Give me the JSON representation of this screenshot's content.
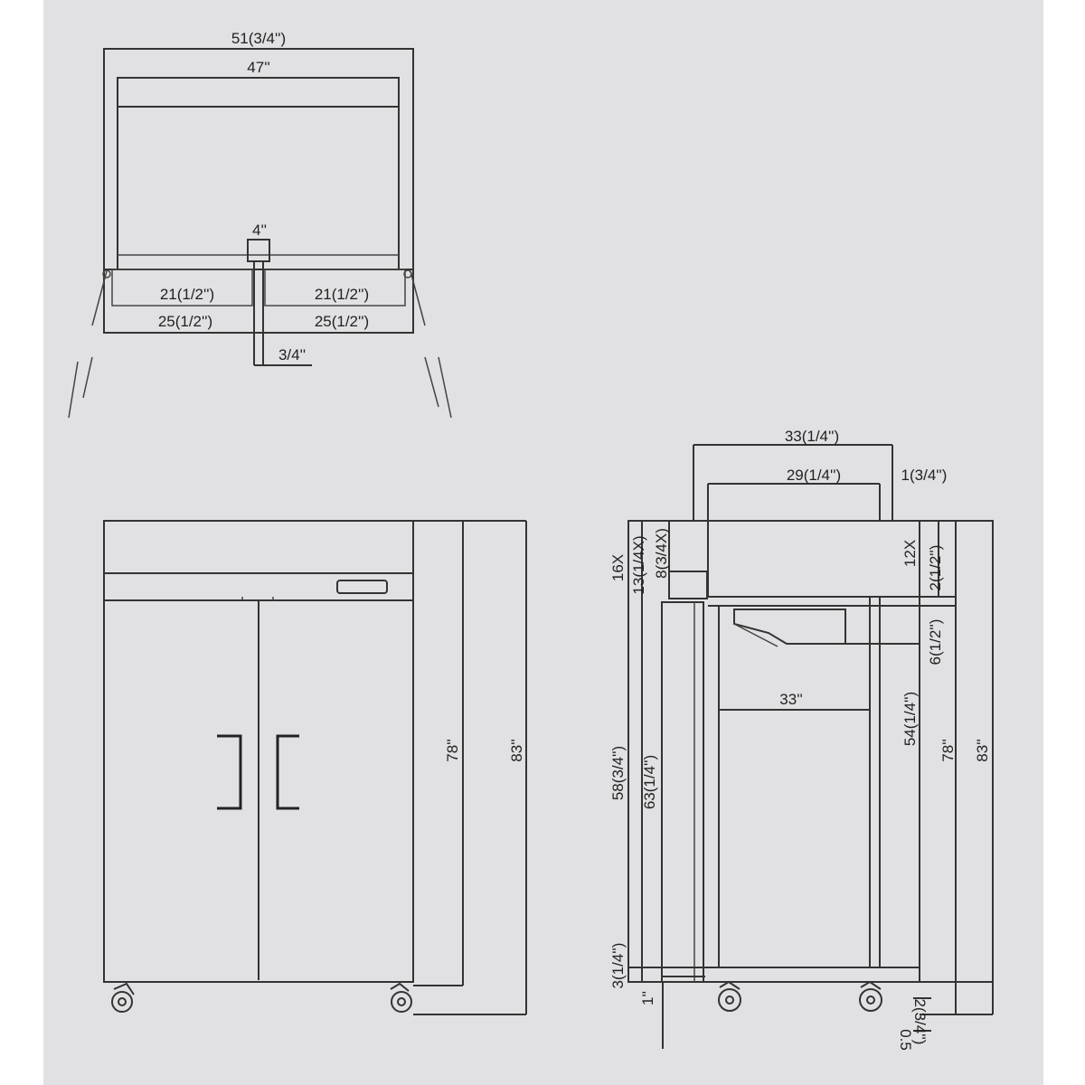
{
  "colors": {
    "background": "#ffffff",
    "sheet": "#e1e1e3",
    "line": "#333333"
  },
  "top_view": {
    "overall_width": "51(3/4'')",
    "inner_width": "47''",
    "center_gap": "4''",
    "door_left_inner": "21(1/2'')",
    "door_right_inner": "21(1/2'')",
    "door_left_outer": "25(1/2'')",
    "door_right_outer": "25(1/2'')",
    "swing_clearance": "3/4''"
  },
  "front_view": {
    "body_height": "78''",
    "overall_height": "83''"
  },
  "side_view": {
    "overall_depth": "33(1/4'')",
    "body_depth": "29(1/4'')",
    "top_offset": "1(3/4'')",
    "compressor_depth": "16X",
    "upper_a": "13(1/4X)",
    "upper_b": "8(3/4X)",
    "right_top": "12X",
    "right_gap": "2(1/2'')",
    "right_shelf": "6(1/2'')",
    "interior_depth": "33''",
    "interior_height": "54(1/4'')",
    "body_height": "78''",
    "overall_height": "83''",
    "door_height_a": "58(3/4'')",
    "door_height_b": "63(1/4'')",
    "base_height": "3(1/4'')",
    "floor_gap": "1''",
    "caster_a": "2(3/4'')",
    "caster_b": "0.5"
  }
}
